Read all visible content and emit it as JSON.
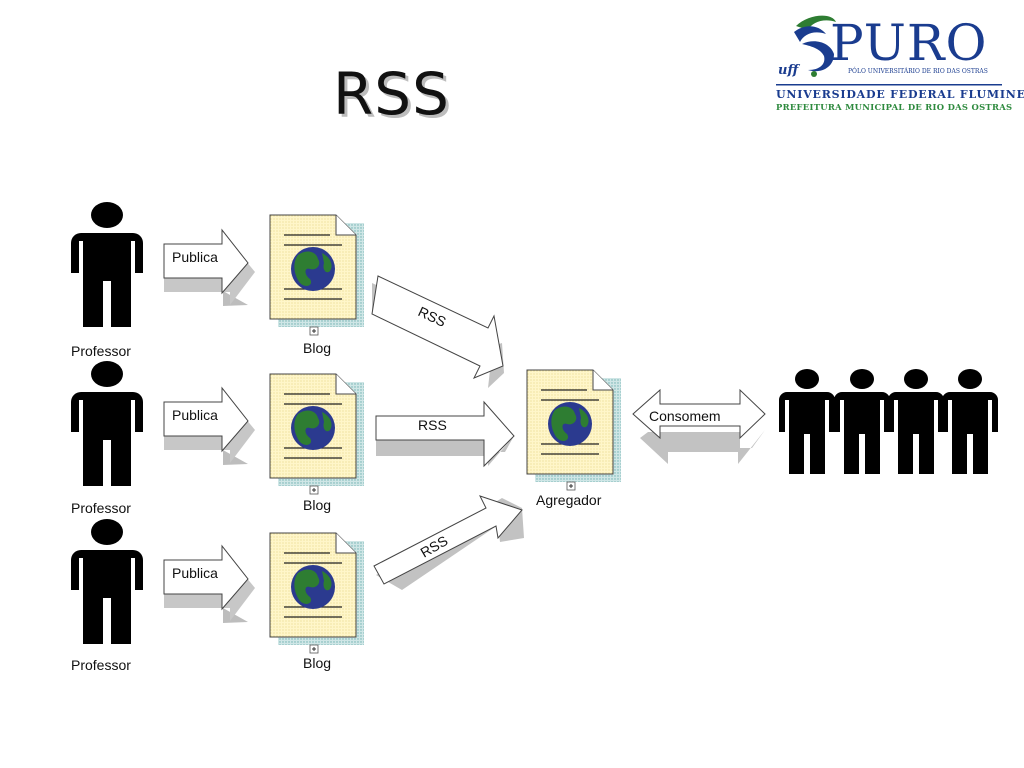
{
  "slide": {
    "title": "RSS"
  },
  "logo": {
    "name": "PURO",
    "campus": "PÓLO UNIVERSITÁRIO DE RIO DAS OSTRAS",
    "university": "UNIVERSIDADE FEDERAL FLUMINENSE",
    "prefecture": "PREFEITURA MUNICIPAL DE RIO DAS OSTRAS",
    "mark": "uff"
  },
  "diagram": {
    "rows": [
      {
        "person": "Professor",
        "action": "Publica",
        "doc": "Blog",
        "feed": "RSS"
      },
      {
        "person": "Professor",
        "action": "Publica",
        "doc": "Blog",
        "feed": "RSS"
      },
      {
        "person": "Professor",
        "action": "Publica",
        "doc": "Blog",
        "feed": "RSS"
      }
    ],
    "aggregator": "Agregador",
    "consume": "Consomem",
    "colors": {
      "globe_ocean": "#2b3a8f",
      "globe_land": "#2e7d32",
      "doc_paper": "#fff6c9",
      "doc_shadow": "#8fc7c7",
      "arrow_face": "#ffffff",
      "arrow_side": "#bdbdbd",
      "figure": "#000000"
    }
  }
}
